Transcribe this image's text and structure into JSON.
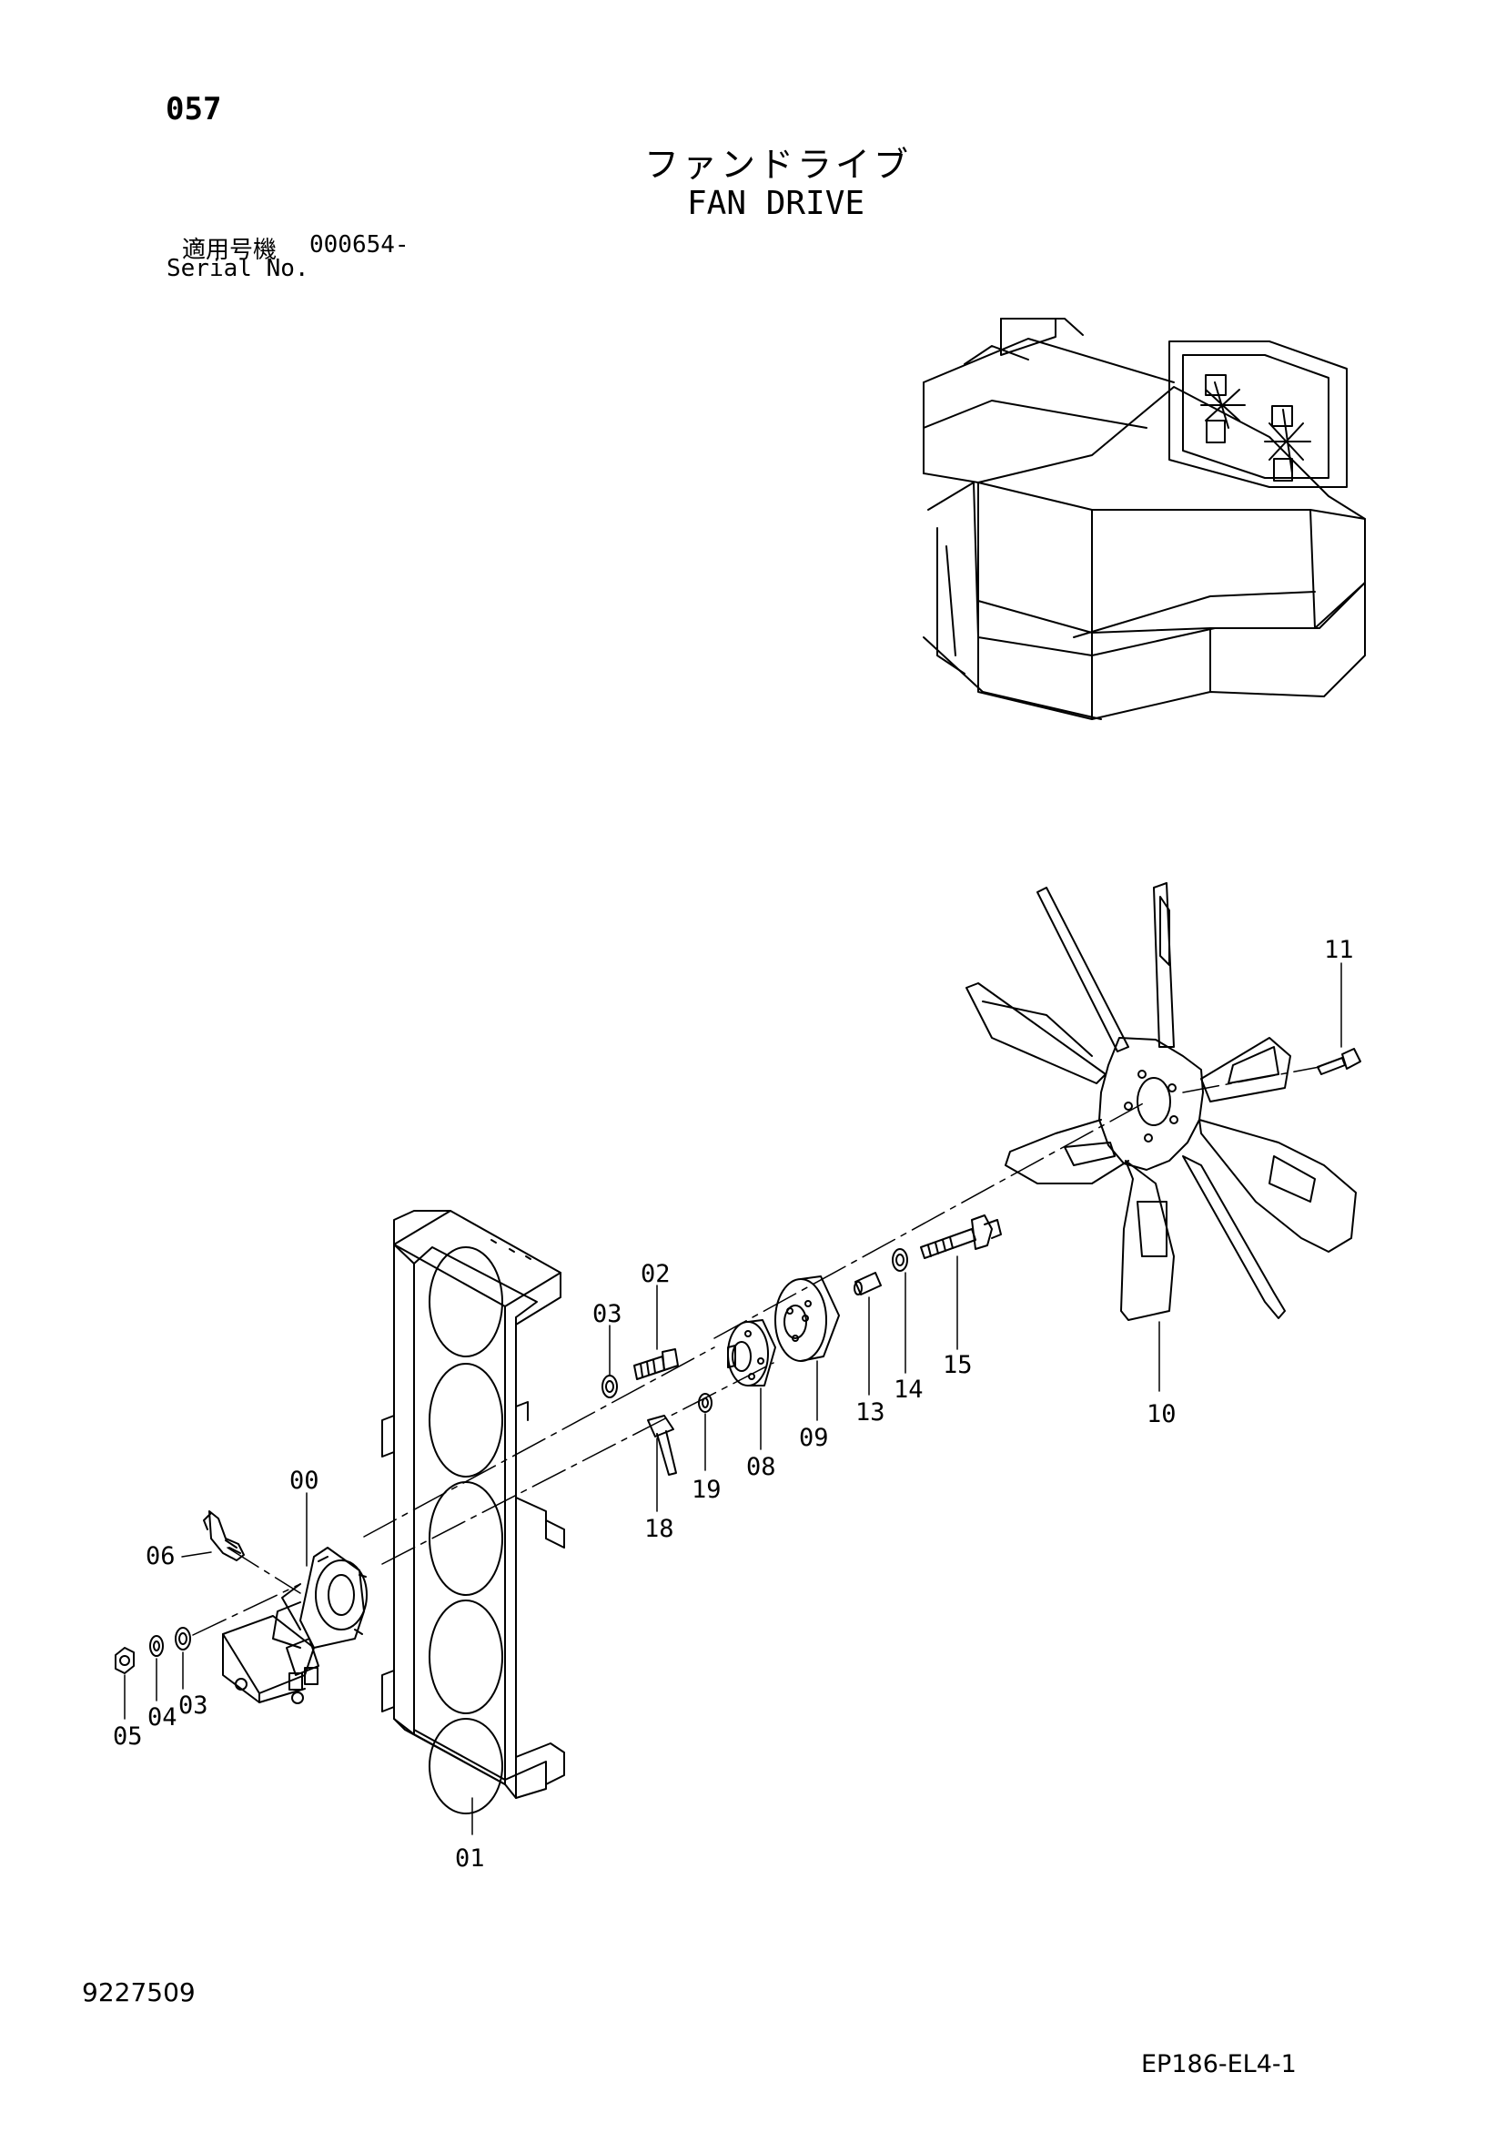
{
  "header": {
    "page_number": "057",
    "title_jp": "ファンドライブ",
    "title_en": "FAN DRIVE",
    "serial_label_jp": "適用号機",
    "serial_value": "000654-",
    "serial_label_en": "Serial No."
  },
  "footer": {
    "drawing_number": "9227509",
    "reference_code": "EP186-EL4-1"
  },
  "part_labels": [
    {
      "id": "p00",
      "text": "00"
    },
    {
      "id": "p01",
      "text": "01"
    },
    {
      "id": "p02",
      "text": "02"
    },
    {
      "id": "p03a",
      "text": "03"
    },
    {
      "id": "p03b",
      "text": "03"
    },
    {
      "id": "p04",
      "text": "04"
    },
    {
      "id": "p05",
      "text": "05"
    },
    {
      "id": "p06",
      "text": "06"
    },
    {
      "id": "p08",
      "text": "08"
    },
    {
      "id": "p09",
      "text": "09"
    },
    {
      "id": "p10",
      "text": "10"
    },
    {
      "id": "p11",
      "text": "11"
    },
    {
      "id": "p13",
      "text": "13"
    },
    {
      "id": "p14",
      "text": "14"
    },
    {
      "id": "p15",
      "text": "15"
    },
    {
      "id": "p18",
      "text": "18"
    },
    {
      "id": "p19",
      "text": "19"
    }
  ]
}
